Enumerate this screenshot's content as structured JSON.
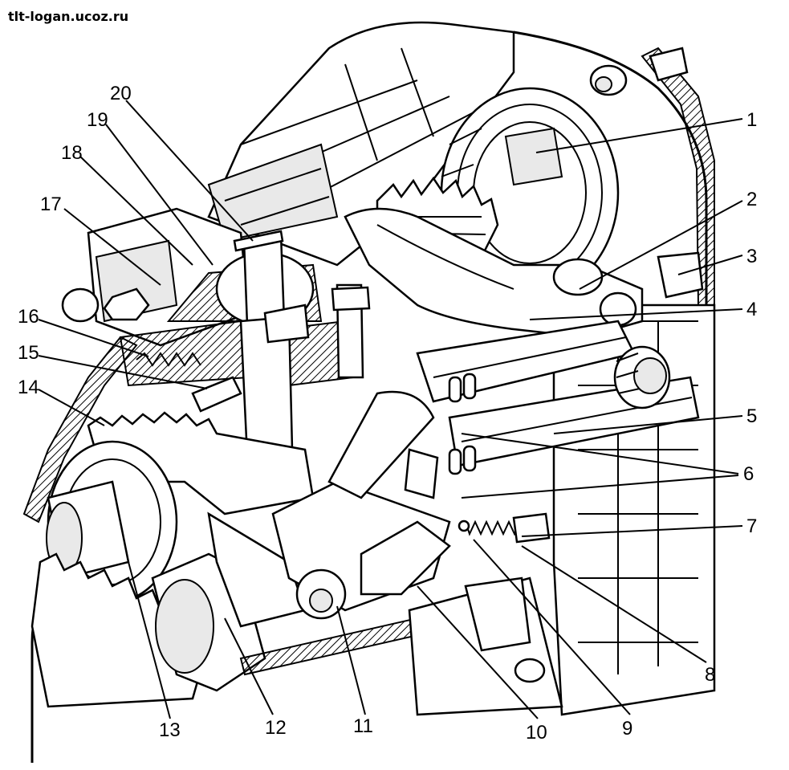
{
  "watermark": "tlt-logan.ucoz.ru",
  "callouts": [
    "1",
    "2",
    "3",
    "4",
    "5",
    "6",
    "7",
    "8",
    "9",
    "10",
    "11",
    "12",
    "13",
    "14",
    "15",
    "16",
    "17",
    "18",
    "19",
    "20"
  ]
}
